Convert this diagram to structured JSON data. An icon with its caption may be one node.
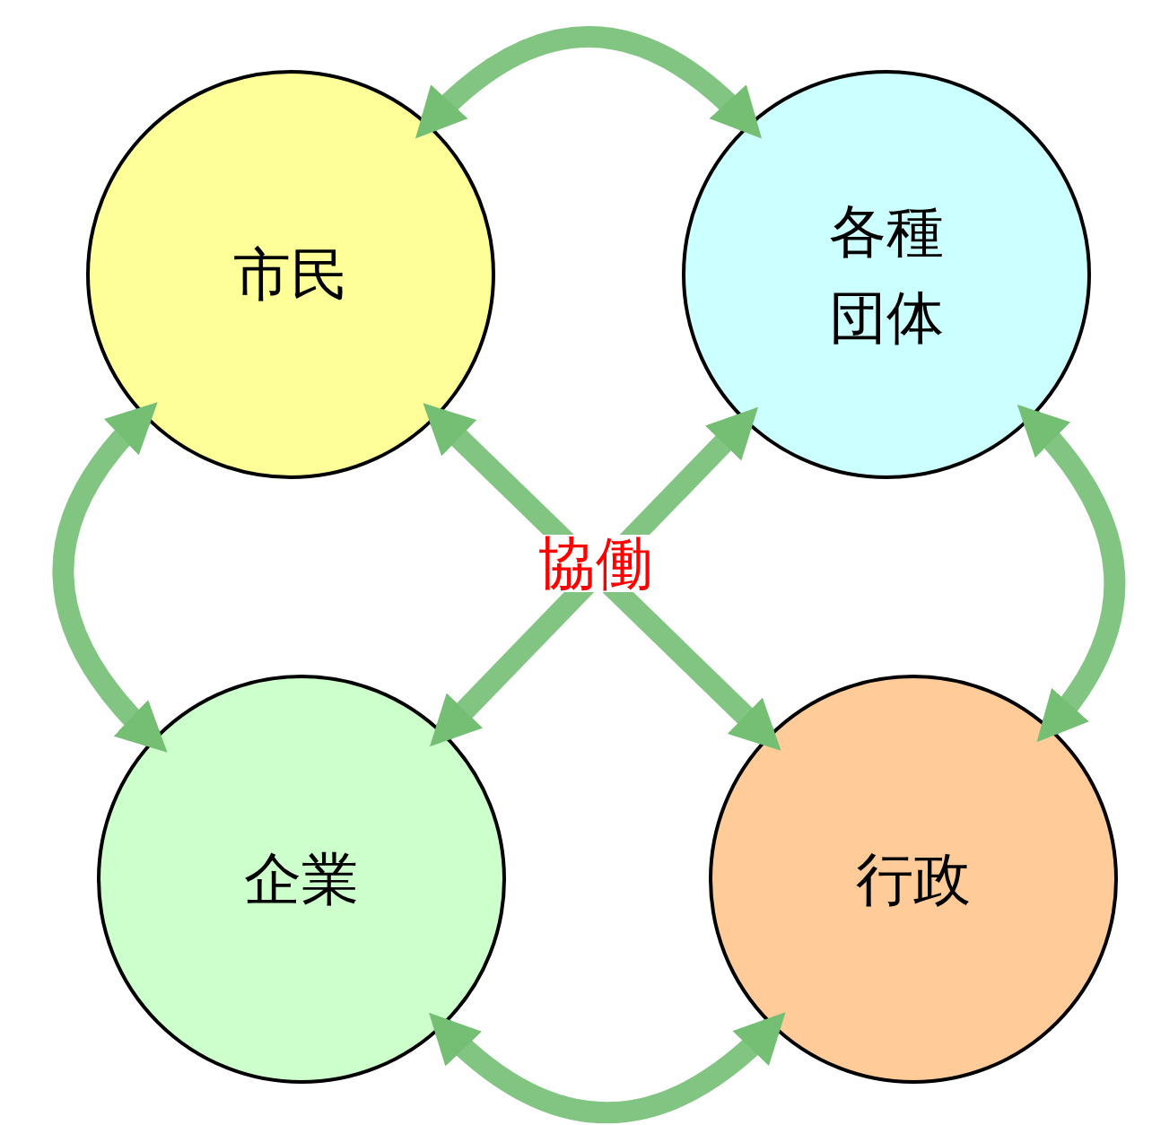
{
  "diagram": {
    "nodes": [
      {
        "text": [
          "市民"
        ]
      },
      {
        "text": [
          "各種団体"
        ]
      },
      {
        "text": [
          "企業"
        ]
      },
      {
        "text": [
          "行政"
        ]
      }
    ],
    "edges": [
      {
        "from": 0,
        "to": 1,
        "arrow": "both"
      },
      {
        "from": 1,
        "to": 3,
        "arrow": "both"
      },
      {
        "from": 3,
        "to": 2,
        "arrow": "both"
      },
      {
        "from": 2,
        "to": 0,
        "arrow": "both"
      },
      {
        "from": 0,
        "to": 3,
        "arrow": "both"
      },
      {
        "from": 1,
        "to": 2,
        "arrow": "both"
      }
    ],
    "labels": [
      "協働"
    ]
  }
}
